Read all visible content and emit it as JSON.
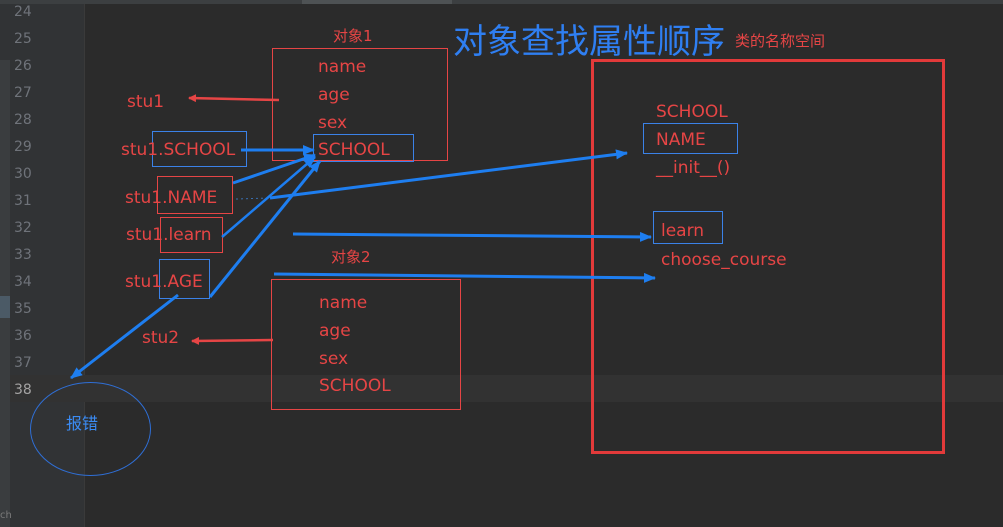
{
  "editor": {
    "line_numbers": [
      "24",
      "25",
      "26",
      "27",
      "28",
      "29",
      "30",
      "31",
      "32",
      "33",
      "34",
      "35",
      "36",
      "37",
      "38"
    ],
    "current_line": "38",
    "corner_text": "ch"
  },
  "diagram": {
    "title": "对象查找属性顺序",
    "title_overlap_text": "类的名称空间",
    "object1": {
      "label": "对象1",
      "attrs": [
        "name",
        "age",
        "sex",
        "SCHOOL"
      ]
    },
    "object2": {
      "label": "对象2",
      "attrs": [
        "name",
        "age",
        "sex",
        "SCHOOL"
      ]
    },
    "class_namespace": {
      "attrs": [
        "SCHOOL",
        "NAME",
        "__init__()",
        "learn",
        "choose_course"
      ]
    },
    "lookups": {
      "stu1": "stu1",
      "stu1_school": "stu1.SCHOOL",
      "stu1_name": "stu1.NAME",
      "stu1_learn": "stu1.learn",
      "stu1_age": "stu1.AGE",
      "stu2": "stu2"
    },
    "error_label": "报错",
    "colors": {
      "background": "#2b2b2b",
      "red": "#e64545",
      "blue": "#3b8cf5"
    }
  }
}
